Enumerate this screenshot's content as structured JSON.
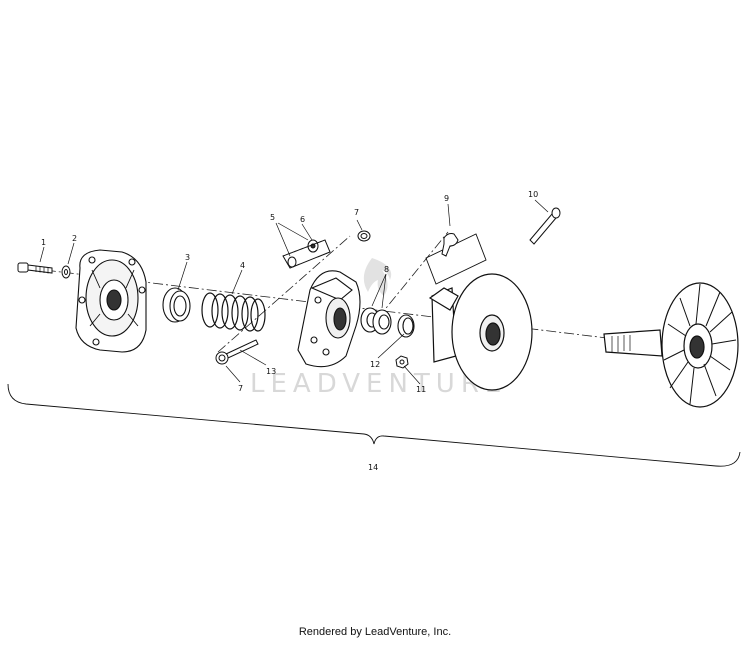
{
  "callouts": {
    "c1": "1",
    "c2": "2",
    "c3": "3",
    "c4": "4",
    "c5": "5",
    "c6": "6",
    "c7a": "7",
    "c7b": "7",
    "c8": "8",
    "c9": "9",
    "c10": "10",
    "c11": "11",
    "c12": "12",
    "c13": "13",
    "c14": "14"
  },
  "watermark": "LEADVENTURE",
  "footer": "Rendered by LeadVenture, Inc."
}
